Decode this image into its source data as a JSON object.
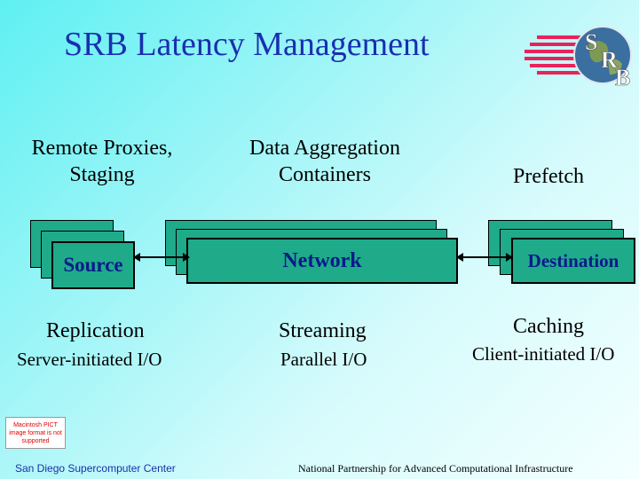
{
  "title": "SRB Latency Management",
  "logo": {
    "text": "SRB"
  },
  "headers": {
    "left": "Remote Proxies, Staging",
    "center": "Data Aggregation Containers",
    "right": "Prefetch"
  },
  "boxes": {
    "source": "Source",
    "network": "Network",
    "destination": "Destination"
  },
  "labels": {
    "left": {
      "line1": "Replication",
      "line2": "Server-initiated I/O"
    },
    "center": {
      "line1": "Streaming",
      "line2": "Parallel I/O"
    },
    "right": {
      "line1": "Caching",
      "line2": "Client-initiated I/O"
    }
  },
  "pict_placeholder": "Macintosh PICT image format is not supported",
  "footer": {
    "left": "San Diego Supercomputer Center",
    "right": "National Partnership for Advanced Computational Infrastructure"
  },
  "colors": {
    "title": "#1a2fb0",
    "box_fill": "#1faa8a",
    "box_text": "#0a1a8a",
    "logo_stripes": "#e8235a"
  }
}
